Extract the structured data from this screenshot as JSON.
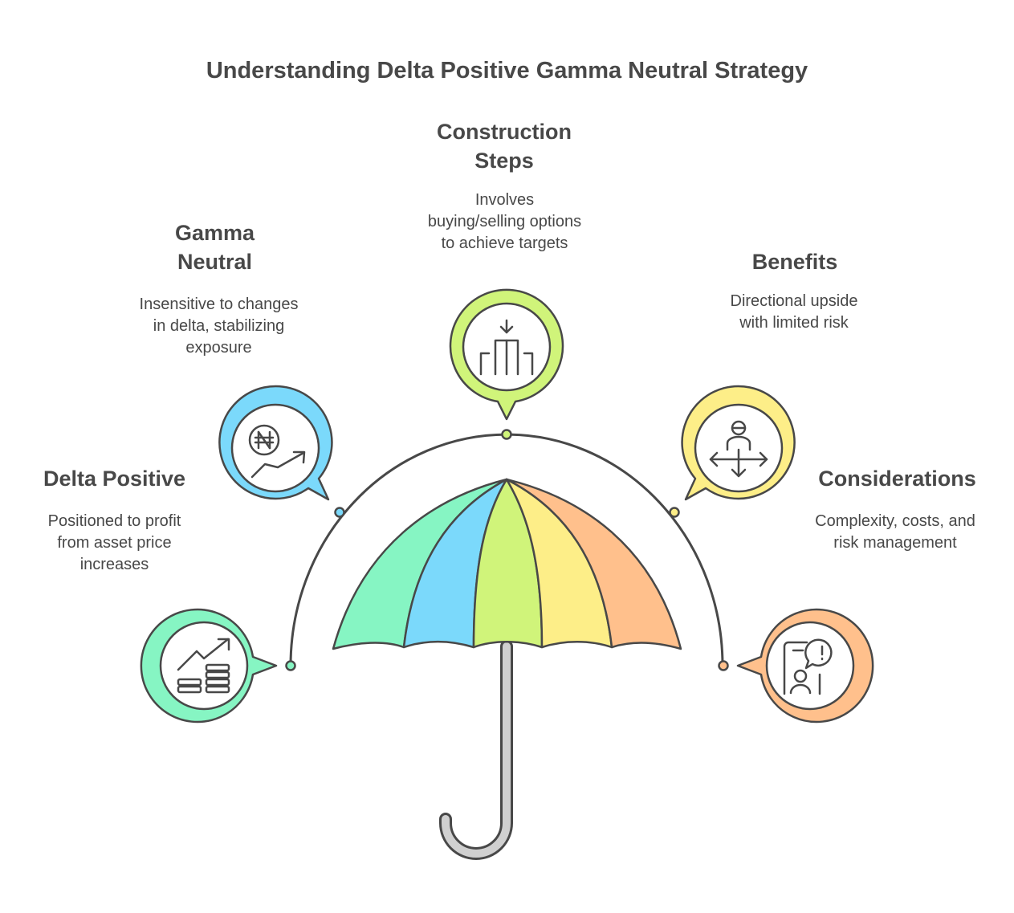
{
  "title": "Understanding Delta Positive Gamma Neutral Strategy",
  "items": [
    {
      "heading": "Delta Positive",
      "desc": "Positioned to profit from asset price increases",
      "color": "#86f5c3",
      "icon": "growth-chart-coins-icon"
    },
    {
      "heading": "Gamma Neutral",
      "desc": "Insensitive to changes in delta, stabilizing exposure",
      "color": "#7bd9fb",
      "icon": "naira-growth-icon"
    },
    {
      "heading": "Construction Steps",
      "desc": "Involves buying/selling options to achieve targets",
      "color": "#d0f47a",
      "icon": "construction-columns-icon"
    },
    {
      "heading": "Benefits",
      "desc": "Directional upside with limited risk",
      "color": "#fdee88",
      "icon": "person-arrows-icon"
    },
    {
      "heading": "Considerations",
      "desc": "Complexity, costs, and risk management",
      "color": "#ffc08c",
      "icon": "device-alert-person-icon"
    }
  ],
  "umbrella_colors": [
    "#86f5c3",
    "#7bd9fb",
    "#d0f47a",
    "#fdee88",
    "#ffc08c"
  ],
  "stroke_color": "#484848",
  "handle_color": "#d0d0d0"
}
